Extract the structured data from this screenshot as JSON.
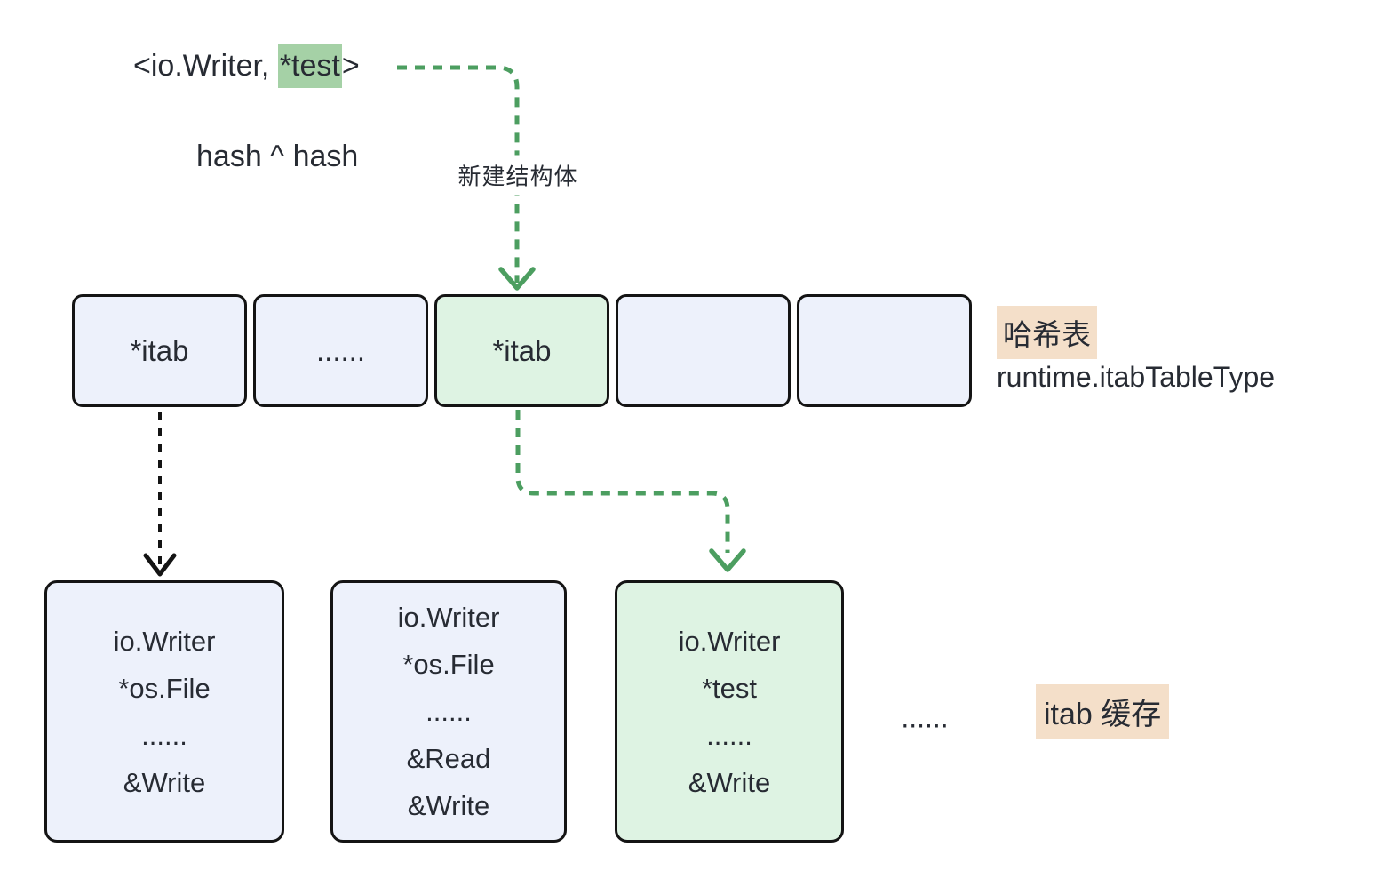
{
  "colors": {
    "box_blue": "#edf1fb",
    "box_green": "#def3e3",
    "highlight_green": "#a5d1a6",
    "highlight_peach": "#f4dfc9",
    "green_accent": "#4c9e60",
    "border_black": "#141414",
    "text": "#272b33"
  },
  "top": {
    "tuple_prefix": "<io.Writer, ",
    "tuple_highlight": "*test",
    "tuple_suffix": ">",
    "hash_label": "hash ^ hash",
    "arrow_label": "新建结构体"
  },
  "hash_table": {
    "cells": [
      {
        "label": "*itab",
        "variant": "blue"
      },
      {
        "label": "......",
        "variant": "blue"
      },
      {
        "label": "*itab",
        "variant": "green"
      },
      {
        "label": "",
        "variant": "blue"
      },
      {
        "label": "",
        "variant": "blue"
      }
    ],
    "title": "哈希表",
    "type_label": "runtime.itabTableType"
  },
  "cache": {
    "boxes": [
      {
        "variant": "blue",
        "lines": [
          "io.Writer",
          "*os.File",
          "......",
          "&Write"
        ]
      },
      {
        "variant": "blue",
        "lines": [
          "io.Writer",
          "*os.File",
          "......",
          "&Read",
          "&Write"
        ]
      },
      {
        "variant": "green",
        "lines": [
          "io.Writer",
          "*test",
          "......",
          "&Write"
        ]
      }
    ],
    "ellipsis": "......",
    "label": "itab 缓存"
  }
}
